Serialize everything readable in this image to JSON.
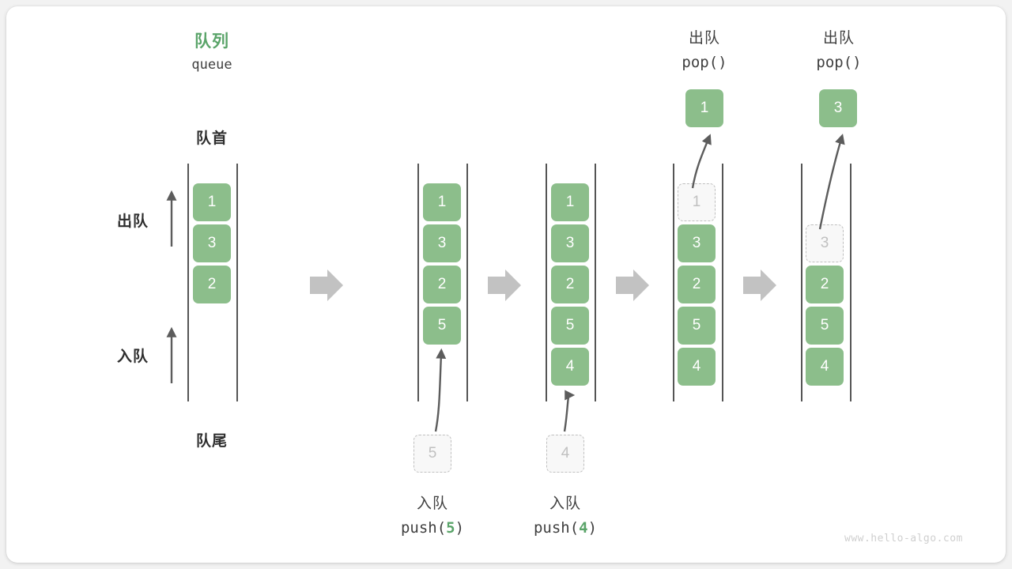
{
  "diagram": {
    "title_cn": "队列",
    "title_en": "queue",
    "front_label": "队首",
    "rear_label": "队尾",
    "dequeue_label": "出队",
    "enqueue_label": "入队",
    "watermark": "www.hello-algo.com",
    "accent_color": "#5aa469",
    "node_color": "#8cbe8b",
    "ghost_color": "#c0c0c0",
    "step_arrow_color": "#c2c2c2"
  },
  "steps": [
    {
      "id": "initial",
      "caption_cn": "",
      "caption_code": "",
      "nodes": [
        "1",
        "3",
        "2"
      ],
      "ghost_in_queue": null,
      "incoming_value": null,
      "popped_value": null
    },
    {
      "id": "push-5",
      "caption_cn": "入队",
      "caption_code_prefix": "push(",
      "caption_code_arg": "5",
      "caption_code_suffix": ")",
      "nodes": [
        "1",
        "3",
        "2",
        "5"
      ],
      "ghost_in_queue": null,
      "incoming_value": "5",
      "popped_value": null
    },
    {
      "id": "push-4",
      "caption_cn": "入队",
      "caption_code_prefix": "push(",
      "caption_code_arg": "4",
      "caption_code_suffix": ")",
      "nodes": [
        "1",
        "3",
        "2",
        "5",
        "4"
      ],
      "ghost_in_queue": null,
      "incoming_value": "4",
      "popped_value": null
    },
    {
      "id": "pop-1",
      "caption_cn": "出队",
      "caption_code_prefix": "pop(",
      "caption_code_arg": "",
      "caption_code_suffix": ")",
      "nodes": [
        "3",
        "2",
        "5",
        "4"
      ],
      "ghost_in_queue": "1",
      "incoming_value": null,
      "popped_value": "1"
    },
    {
      "id": "pop-3",
      "caption_cn": "出队",
      "caption_code_prefix": "pop(",
      "caption_code_arg": "",
      "caption_code_suffix": ")",
      "nodes": [
        "2",
        "5",
        "4"
      ],
      "ghost_in_queue": "3",
      "incoming_value": null,
      "popped_value": "3"
    }
  ]
}
